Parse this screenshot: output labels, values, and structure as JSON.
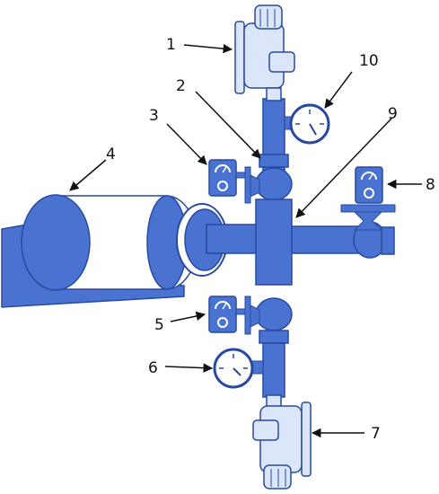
{
  "colors": {
    "body": "#4a72d1",
    "body_dark": "#2f55b8",
    "outline": "#274a9e",
    "light": "#dbe6fb",
    "white": "#ffffff",
    "leader": "#111111"
  },
  "icons": {
    "motor_top": "motor-icon",
    "motor_bottom": "motor-icon",
    "pressure_gauge_top": "pressure-gauge-icon",
    "pressure_gauge_bottom": "pressure-gauge-icon",
    "valve_control_upper": "valve-controller-icon",
    "valve_control_lower": "valve-controller-icon",
    "valve_control_right": "valve-controller-icon",
    "tank": "tank-icon"
  },
  "labels": {
    "l1": "1",
    "l2": "2",
    "l3": "3",
    "l4": "4",
    "l5": "5",
    "l6": "6",
    "l7": "7",
    "l8": "8",
    "l9": "9",
    "l10": "10"
  }
}
